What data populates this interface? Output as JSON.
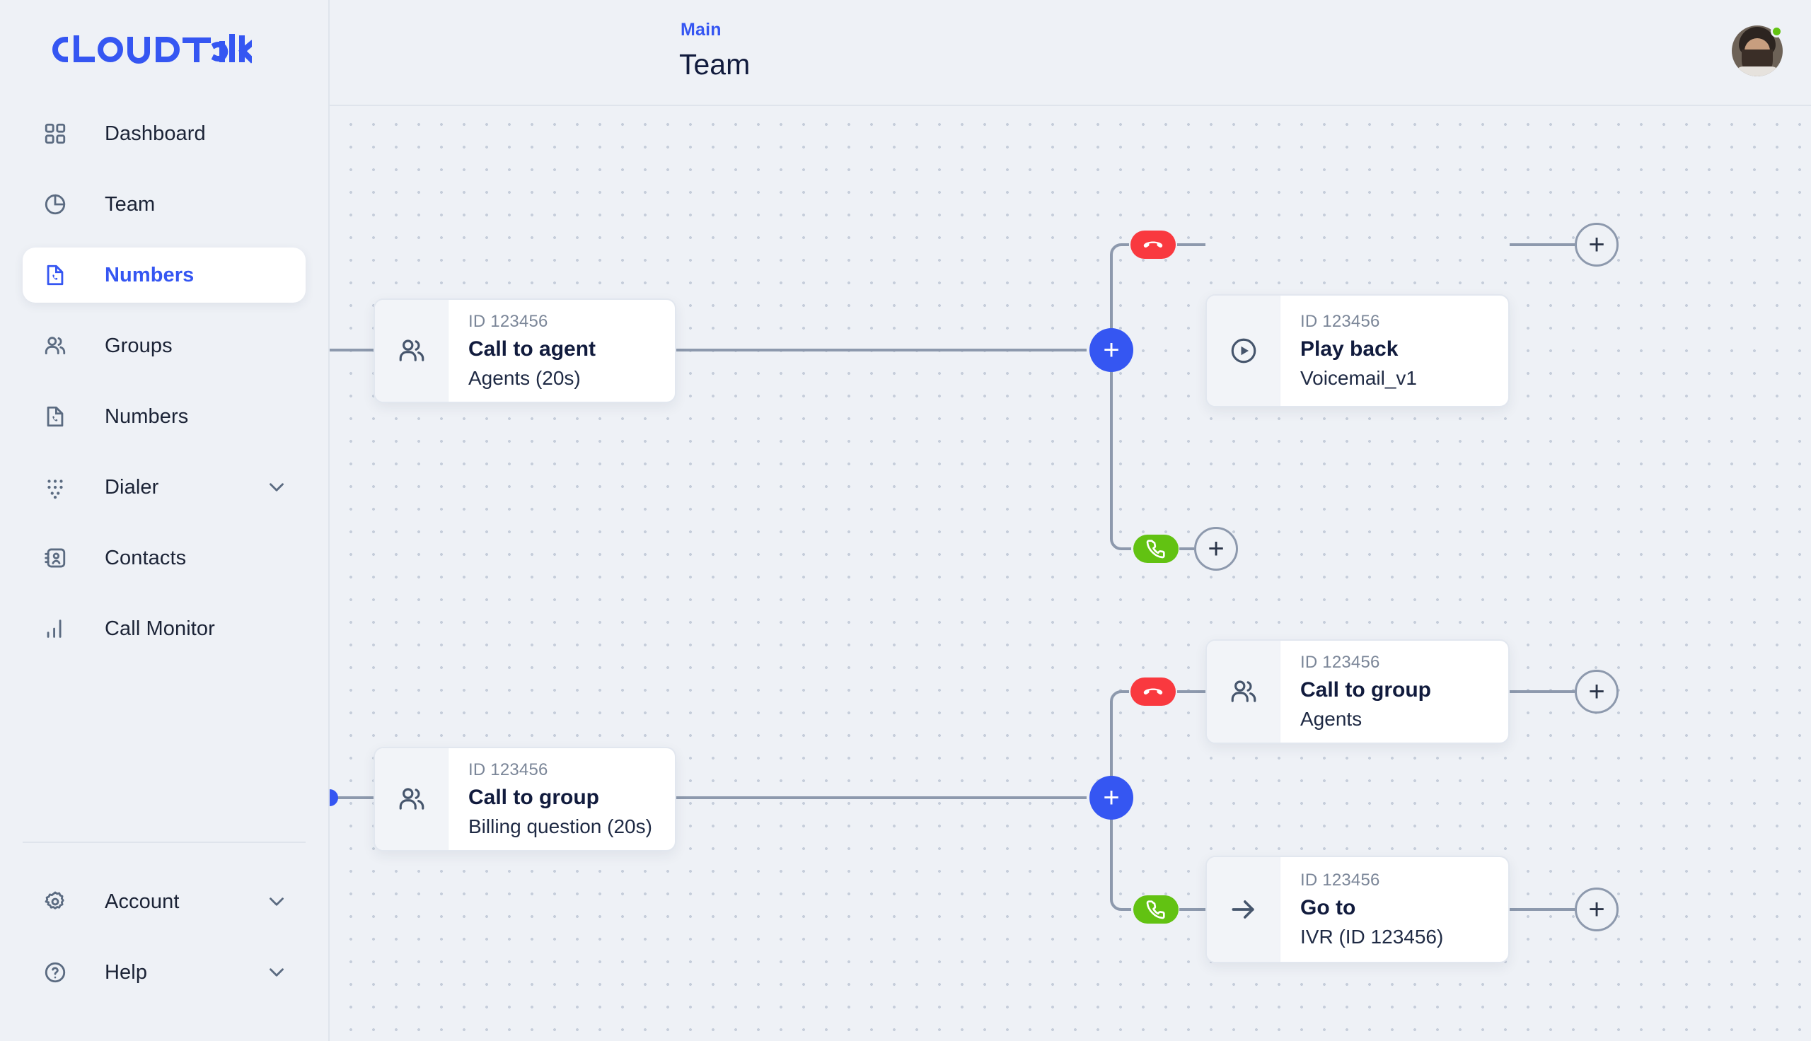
{
  "brand": {
    "logo_text": "CLOUDTALK",
    "logo_color": "#3556f2"
  },
  "sidebar": {
    "items": [
      {
        "label": "Dashboard",
        "icon": "grid-icon",
        "active": false,
        "expandable": false
      },
      {
        "label": "Team",
        "icon": "pie-chart-icon",
        "active": false,
        "expandable": false
      },
      {
        "label": "Numbers",
        "icon": "document-phone-icon",
        "active": true,
        "expandable": false
      },
      {
        "label": "Groups",
        "icon": "users-icon",
        "active": false,
        "expandable": false
      },
      {
        "label": "Numbers",
        "icon": "document-phone-icon",
        "active": false,
        "expandable": false
      },
      {
        "label": "Dialer",
        "icon": "dialpad-icon",
        "active": false,
        "expandable": true
      },
      {
        "label": "Contacts",
        "icon": "contact-card-icon",
        "active": false,
        "expandable": false
      },
      {
        "label": "Call Monitor",
        "icon": "bar-chart-icon",
        "active": false,
        "expandable": false
      }
    ],
    "bottom_items": [
      {
        "label": "Account",
        "icon": "gear-icon",
        "expandable": true
      },
      {
        "label": "Help",
        "icon": "question-circle-icon",
        "expandable": true
      }
    ]
  },
  "header": {
    "breadcrumb": "Main",
    "title": "Team",
    "avatar_status": "online"
  },
  "flow": {
    "nodes": [
      {
        "id_label": "ID 123456",
        "title": "Call to agent",
        "subtitle": "Agents (20s)",
        "icon": "users-icon"
      },
      {
        "id_label": "ID 123456",
        "title": "Play back",
        "subtitle": "Voicemail_v1",
        "icon": "play-circle-icon"
      },
      {
        "id_label": "ID 123456",
        "title": "Call to group",
        "subtitle": "Billing question (20s)",
        "icon": "users-icon"
      },
      {
        "id_label": "ID 123456",
        "title": "Call to group",
        "subtitle": "Agents",
        "icon": "users-icon"
      },
      {
        "id_label": "ID 123456",
        "title": "Go to",
        "subtitle": "IVR (ID 123456)",
        "icon": "arrow-right-icon"
      }
    ],
    "badges": [
      {
        "type": "unanswered",
        "icon": "phone-hangup-icon",
        "color": "#f9393f"
      },
      {
        "type": "answered",
        "icon": "phone-icon",
        "color": "#62c212"
      }
    ],
    "add_buttons": {
      "primary_sign": "+",
      "secondary_sign": "+"
    },
    "colors": {
      "accent": "#3556f2",
      "edge": "#8d99ad",
      "canvas_bg": "#eef1f6",
      "card_bg": "#ffffff"
    }
  }
}
